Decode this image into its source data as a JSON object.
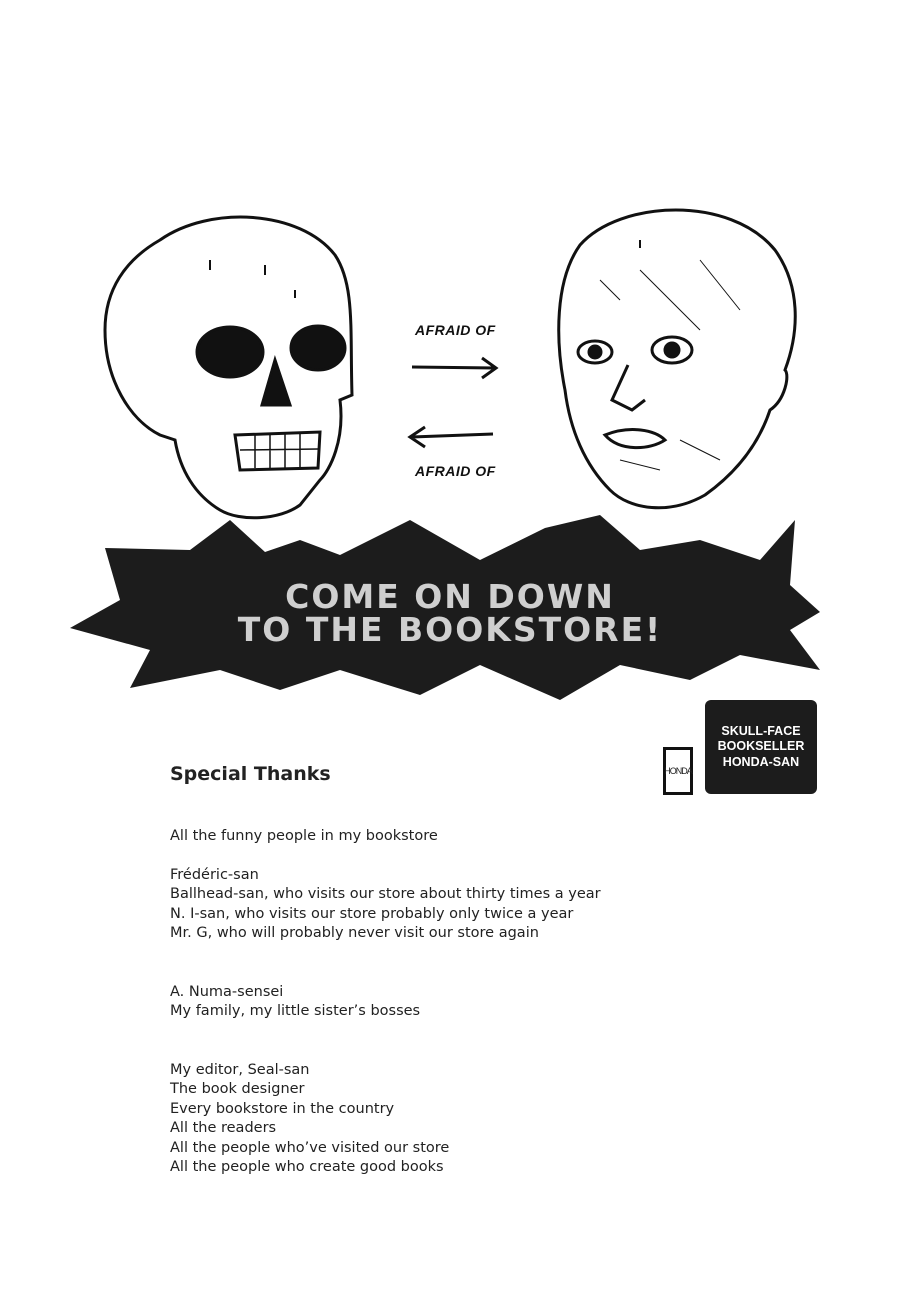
{
  "illustration": {
    "label_top": "AFRAID OF",
    "label_bottom": "AFRAID OF",
    "banner_line1": "COME ON DOWN",
    "banner_line2": "TO THE BOOKSTORE!",
    "sign_lines": [
      "SKULL-FACE",
      "BOOKSELLER",
      "HONDA-SAN"
    ],
    "nameplate": "HONDA"
  },
  "thanks": {
    "title": "Special Thanks",
    "lines": [
      "All the funny people in my bookstore",
      "Frédéric-san",
      "Ballhead-san, who visits our store about thirty times a year",
      "N. I-san, who visits our store probably only twice a year",
      "Mr. G, who will probably never visit our store again",
      "A. Numa-sensei",
      "My family, my little sister’s bosses",
      "My editor, Seal-san",
      "The book designer",
      "Every bookstore in the country",
      "All the readers",
      "All the people who’ve visited our store",
      "All the people who create good books"
    ]
  }
}
